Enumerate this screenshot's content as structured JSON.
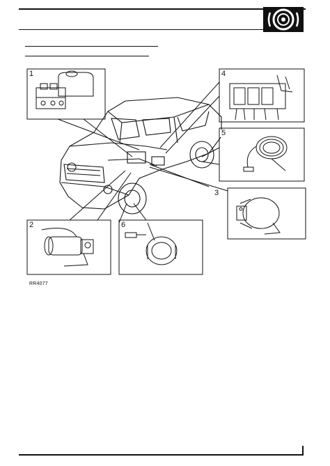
{
  "header": {
    "section_icon": "brake-disc-icon"
  },
  "figure": {
    "callouts": [
      "1",
      "2",
      "3",
      "4",
      "5",
      "6"
    ],
    "reference": "RR4077"
  },
  "colors": {
    "ink": "#111111",
    "paper": "#ffffff"
  }
}
